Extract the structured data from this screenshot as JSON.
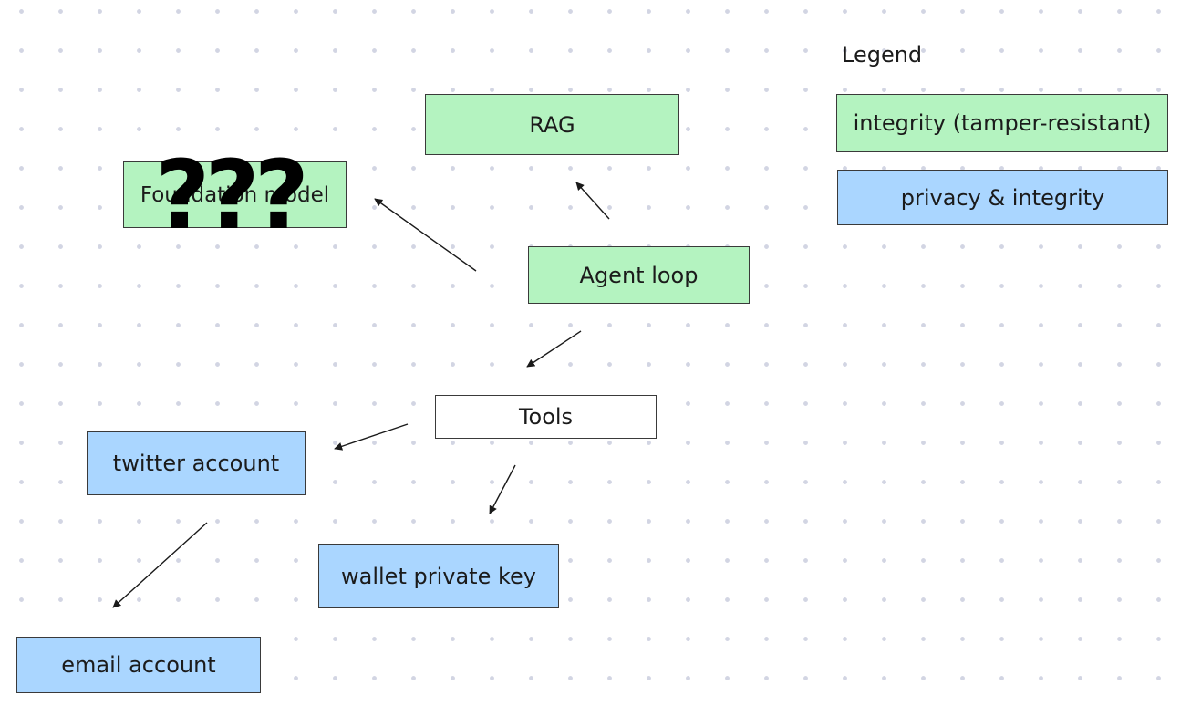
{
  "colors": {
    "integrity": "#b4f3c0",
    "privacy_integrity": "#aad6ff",
    "neutral": "#ffffff",
    "border": "#3a3a3a",
    "arrow": "#1a1a1a"
  },
  "legend": {
    "title": "Legend",
    "items": [
      {
        "id": "legend-integrity",
        "label": "integrity (tamper-resistant)",
        "category": "integrity"
      },
      {
        "id": "legend-privacy",
        "label": "privacy & integrity",
        "category": "privacy_integrity"
      }
    ]
  },
  "nodes": [
    {
      "id": "rag",
      "label": "RAG",
      "category": "integrity"
    },
    {
      "id": "foundation-model",
      "label": "Foundation model",
      "category": "integrity"
    },
    {
      "id": "agent-loop",
      "label": "Agent loop",
      "category": "integrity"
    },
    {
      "id": "tools",
      "label": "Tools",
      "category": "neutral"
    },
    {
      "id": "twitter-account",
      "label": "twitter account",
      "category": "privacy_integrity"
    },
    {
      "id": "wallet-private-key",
      "label": "wallet private key",
      "category": "privacy_integrity"
    },
    {
      "id": "email-account",
      "label": "email account",
      "category": "privacy_integrity"
    }
  ],
  "edges": [
    {
      "from": "agent-loop",
      "to": "rag"
    },
    {
      "from": "agent-loop",
      "to": "foundation-model"
    },
    {
      "from": "agent-loop",
      "to": "tools"
    },
    {
      "from": "tools",
      "to": "twitter-account"
    },
    {
      "from": "tools",
      "to": "wallet-private-key"
    },
    {
      "from": "twitter-account",
      "to": "email-account"
    }
  ],
  "overlay": {
    "text": "???"
  }
}
